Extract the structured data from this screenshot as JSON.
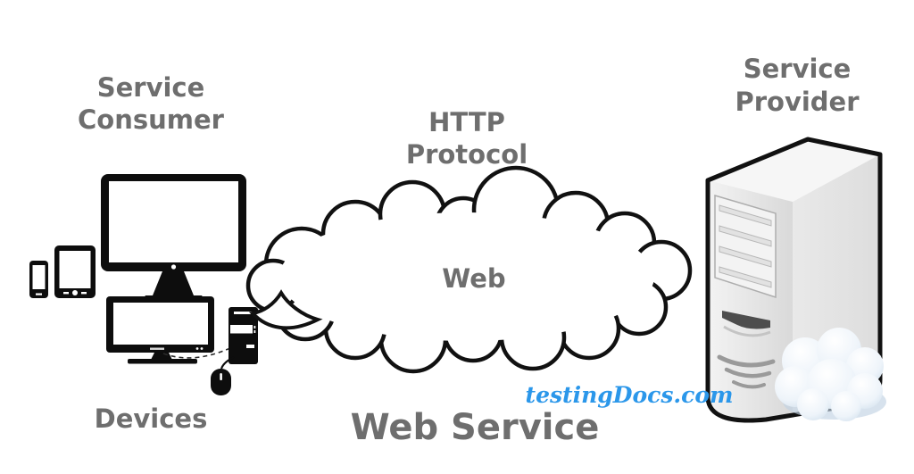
{
  "title": "Web Service architecture diagram",
  "colors": {
    "label_gray": "#6e6e6e",
    "watermark_blue": "#2b97ea",
    "device_black": "#0d0d0d",
    "outline_black": "#111111",
    "server_body": "#e8e8e8",
    "fluffy_cloud": "#dce8f2",
    "background": "#ffffff"
  },
  "labels": {
    "service_consumer": {
      "line1": "Service",
      "line2": "Consumer"
    },
    "http_protocol": {
      "line1": "HTTP",
      "line2": "Protocol"
    },
    "service_provider": {
      "line1": "Service",
      "line2": "Provider"
    },
    "devices": "Devices",
    "web": "Web",
    "web_service": "Web Service",
    "watermark": "testingDocs.com"
  },
  "diagram": {
    "left_group": {
      "role": "Service Consumer",
      "caption": "Devices",
      "icons": [
        "smartphone",
        "tablet",
        "desktop-monitor",
        "tv-monitor",
        "pc-tower",
        "mouse"
      ]
    },
    "middle_group": {
      "role": "Web (HTTP Protocol cloud)",
      "shape": "thought-bubble-cloud",
      "cloud_text": "Web"
    },
    "right_group": {
      "role": "Service Provider",
      "icons": [
        "server-tower",
        "fluffy-cloud"
      ]
    },
    "caption": "Web Service"
  }
}
